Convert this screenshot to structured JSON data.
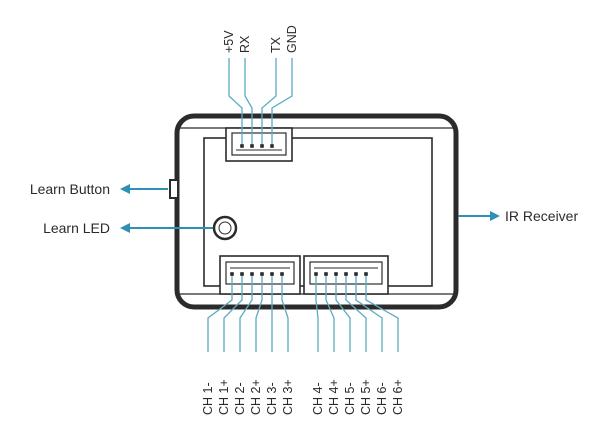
{
  "colors": {
    "outline": "#2b2b2b",
    "wire": "#5cabbf",
    "arrow": "#2f8fb5",
    "background": "#ffffff"
  },
  "top_pins": {
    "vcc": "+5V",
    "rx": "RX",
    "tx": "TX",
    "gnd": "GND"
  },
  "side_labels": {
    "learn_button": "Learn Button",
    "learn_led": "Learn LED",
    "ir_receiver": "IR Receiver"
  },
  "channels_left": [
    "CH 1-",
    "CH 1+",
    "CH 2-",
    "CH 2+",
    "CH 3-",
    "CH 3+"
  ],
  "channels_right": [
    "CH 4-",
    "CH 4+",
    "CH 5-",
    "CH 5+",
    "CH 6-",
    "CH 6+"
  ]
}
